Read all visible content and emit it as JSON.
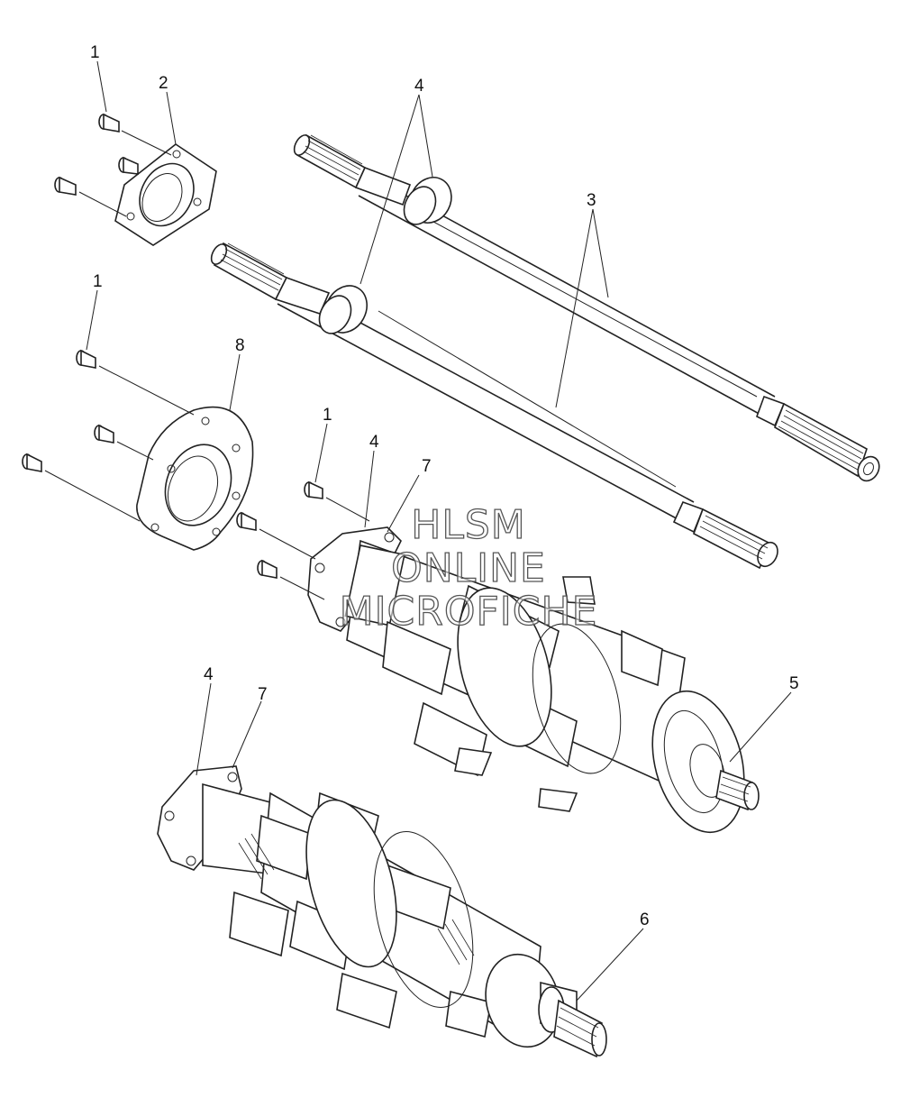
{
  "callouts": {
    "c1a": "1",
    "c2": "2",
    "c4a": "4",
    "c3": "3",
    "c1b": "1",
    "c8": "8",
    "c1c": "1",
    "c4b": "4",
    "c7a": "7",
    "c5": "5",
    "c4c": "4",
    "c7b": "7",
    "c6": "6"
  },
  "watermark": {
    "line1": "HLSM",
    "line2": "ONLINE",
    "line3": "MICROFICHE"
  }
}
